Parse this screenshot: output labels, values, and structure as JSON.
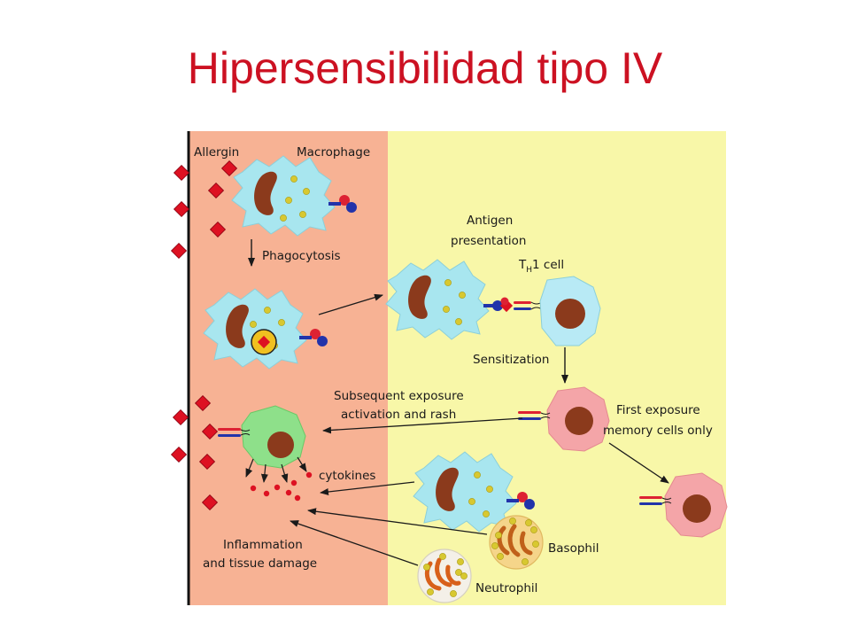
{
  "title": "Hipersensibilidad tipo IV",
  "labels": {
    "allergen": "Allergin",
    "macrophage": "Macrophage",
    "phagocytosis": "Phagocytosis",
    "antigen_1": "Antigen",
    "antigen_2": "presentation",
    "th_t": "T",
    "th_h": "H",
    "th_rest": "1 cell",
    "sensitization": "Sensitization",
    "subsequent_1": "Subsequent exposure",
    "subsequent_2": "activation and rash",
    "first_1": "First exposure",
    "first_2": "memory cells only",
    "cytokines": "cytokines",
    "inflammation_1": "Inflammation",
    "inflammation_2": "and tissue damage",
    "basophil": "Basophil",
    "neutrophil": "Neutrophil"
  },
  "colors": {
    "title": "#cc1122",
    "left_zone": "#f7b294",
    "right_zone": "#f8f7a8",
    "macrophage": "#a8e6ef",
    "nucleus": "#8b3a1c",
    "th1": "#b8eaf5",
    "memory_cell": "#f4a5a8",
    "activated_cell": "#8ee08a",
    "allergen": "#dd1122",
    "granule": "#d8c830",
    "basophil": "#f5d58a",
    "neutrophil": "#f4f0e8"
  }
}
